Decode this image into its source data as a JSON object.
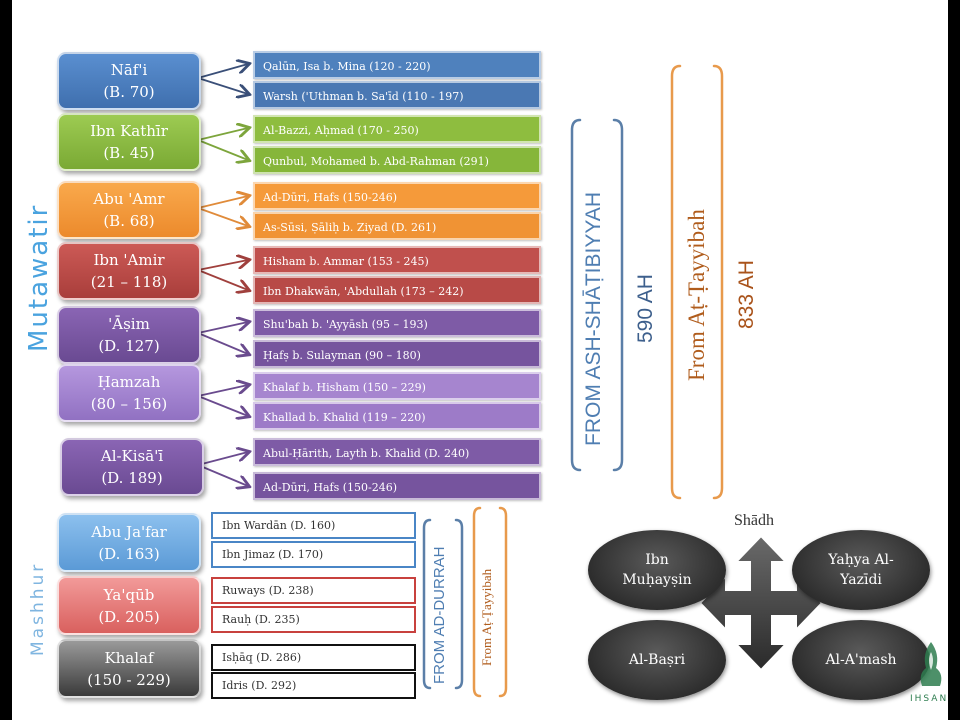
{
  "colors": {
    "blue": "#4f81bd",
    "green": "#8ebd3f",
    "orange": "#f59a3a",
    "red": "#c0504d",
    "purple": "#7e5ba6",
    "purple_light": "#a07fce",
    "mutawatir_blue": "#4aa3df",
    "brace_blue": "#5b7fa8",
    "brace_orange": "#e89a4c",
    "ahdark": "#3a3a3a"
  },
  "mutawatir_label": "Mutawatir",
  "mashhur_label": "Mashhur",
  "readers": [
    {
      "line1": "Nāf'i",
      "line2": "(B. 70)"
    },
    {
      "line1": "Ibn Kathīr",
      "line2": "(B. 45)"
    },
    {
      "line1": "Abu 'Amr",
      "line2": "(B. 68)"
    },
    {
      "line1": "Ibn 'Amir",
      "line2": "(21 – 118)"
    },
    {
      "line1": "'Āṣim",
      "line2": "(D. 127)"
    },
    {
      "line1": "Ḥamzah",
      "line2": "(80 – 156)"
    },
    {
      "line1": "Al-Kisā'ī",
      "line2": "(D. 189)"
    },
    {
      "line1": "Abu Ja'far",
      "line2": "(D. 163)"
    },
    {
      "line1": "Ya'qūb",
      "line2": "(D. 205)"
    },
    {
      "line1": "Khalaf",
      "line2": "(150 - 229)"
    }
  ],
  "transmitters": [
    "Qalūn, Isa b. Mina (120 - 220)",
    "Warsh ('Uthman b. Sa'īd (110 - 197)",
    "Al-Bazzi, Aḥmad (170 - 250)",
    "Qunbul, Mohamed b. Abd-Rahman (291)",
    "Ad-Dūri, Hafs (150-246)",
    "As-Sūsi, Ṣāliḥ b. Ziyad (D. 261)",
    "Hisham b. Ammar (153 - 245)",
    "Ibn Dhakwān, 'Abdullah (173 – 242)",
    "Shu'bah b. 'Ayyāsh (95 – 193)",
    "Ḥafṣ b. Sulayman (90 – 180)",
    "Khalaf b. Hisham (150 – 229)",
    "Khallad b. Khalid (119 – 220)",
    "Abul-Ḥārith, Layth b. Khalid (D. 240)",
    "Ad-Dūri, Hafs (150-246)"
  ],
  "mashhur_transmitters": [
    "Ibn Wardān (D. 160)",
    "Ibn Jimaz (D. 170)",
    "Ruways (D. 238)",
    "Rauḥ (D. 235)",
    "Isḥāq (D. 286)",
    "Idris (D. 292)"
  ],
  "from_shatibiyyah": "FROM ASH-SHĀṬIBIYYAH",
  "year_590": "590 AH",
  "from_tayyibah": "From Aṭ-Ṭayyibah",
  "year_833": "833 AH",
  "from_durrah": "FROM AD-DURRAH",
  "from_tayyibah_small": "From Aṭ-Ṭayyibah",
  "shadh": {
    "title": "Shādh",
    "items": [
      "Ibn Muḥayṣin",
      "Yaḥya Al-Yazīdi",
      "Al-Baṣri",
      "Al-A'mash"
    ],
    "ibn": "Ibn",
    "muhaysin": "Muḥayṣin",
    "yahya": "Yaḥya Al-",
    "yazidi": "Yazīdi"
  },
  "logo_text": "IHSAN"
}
